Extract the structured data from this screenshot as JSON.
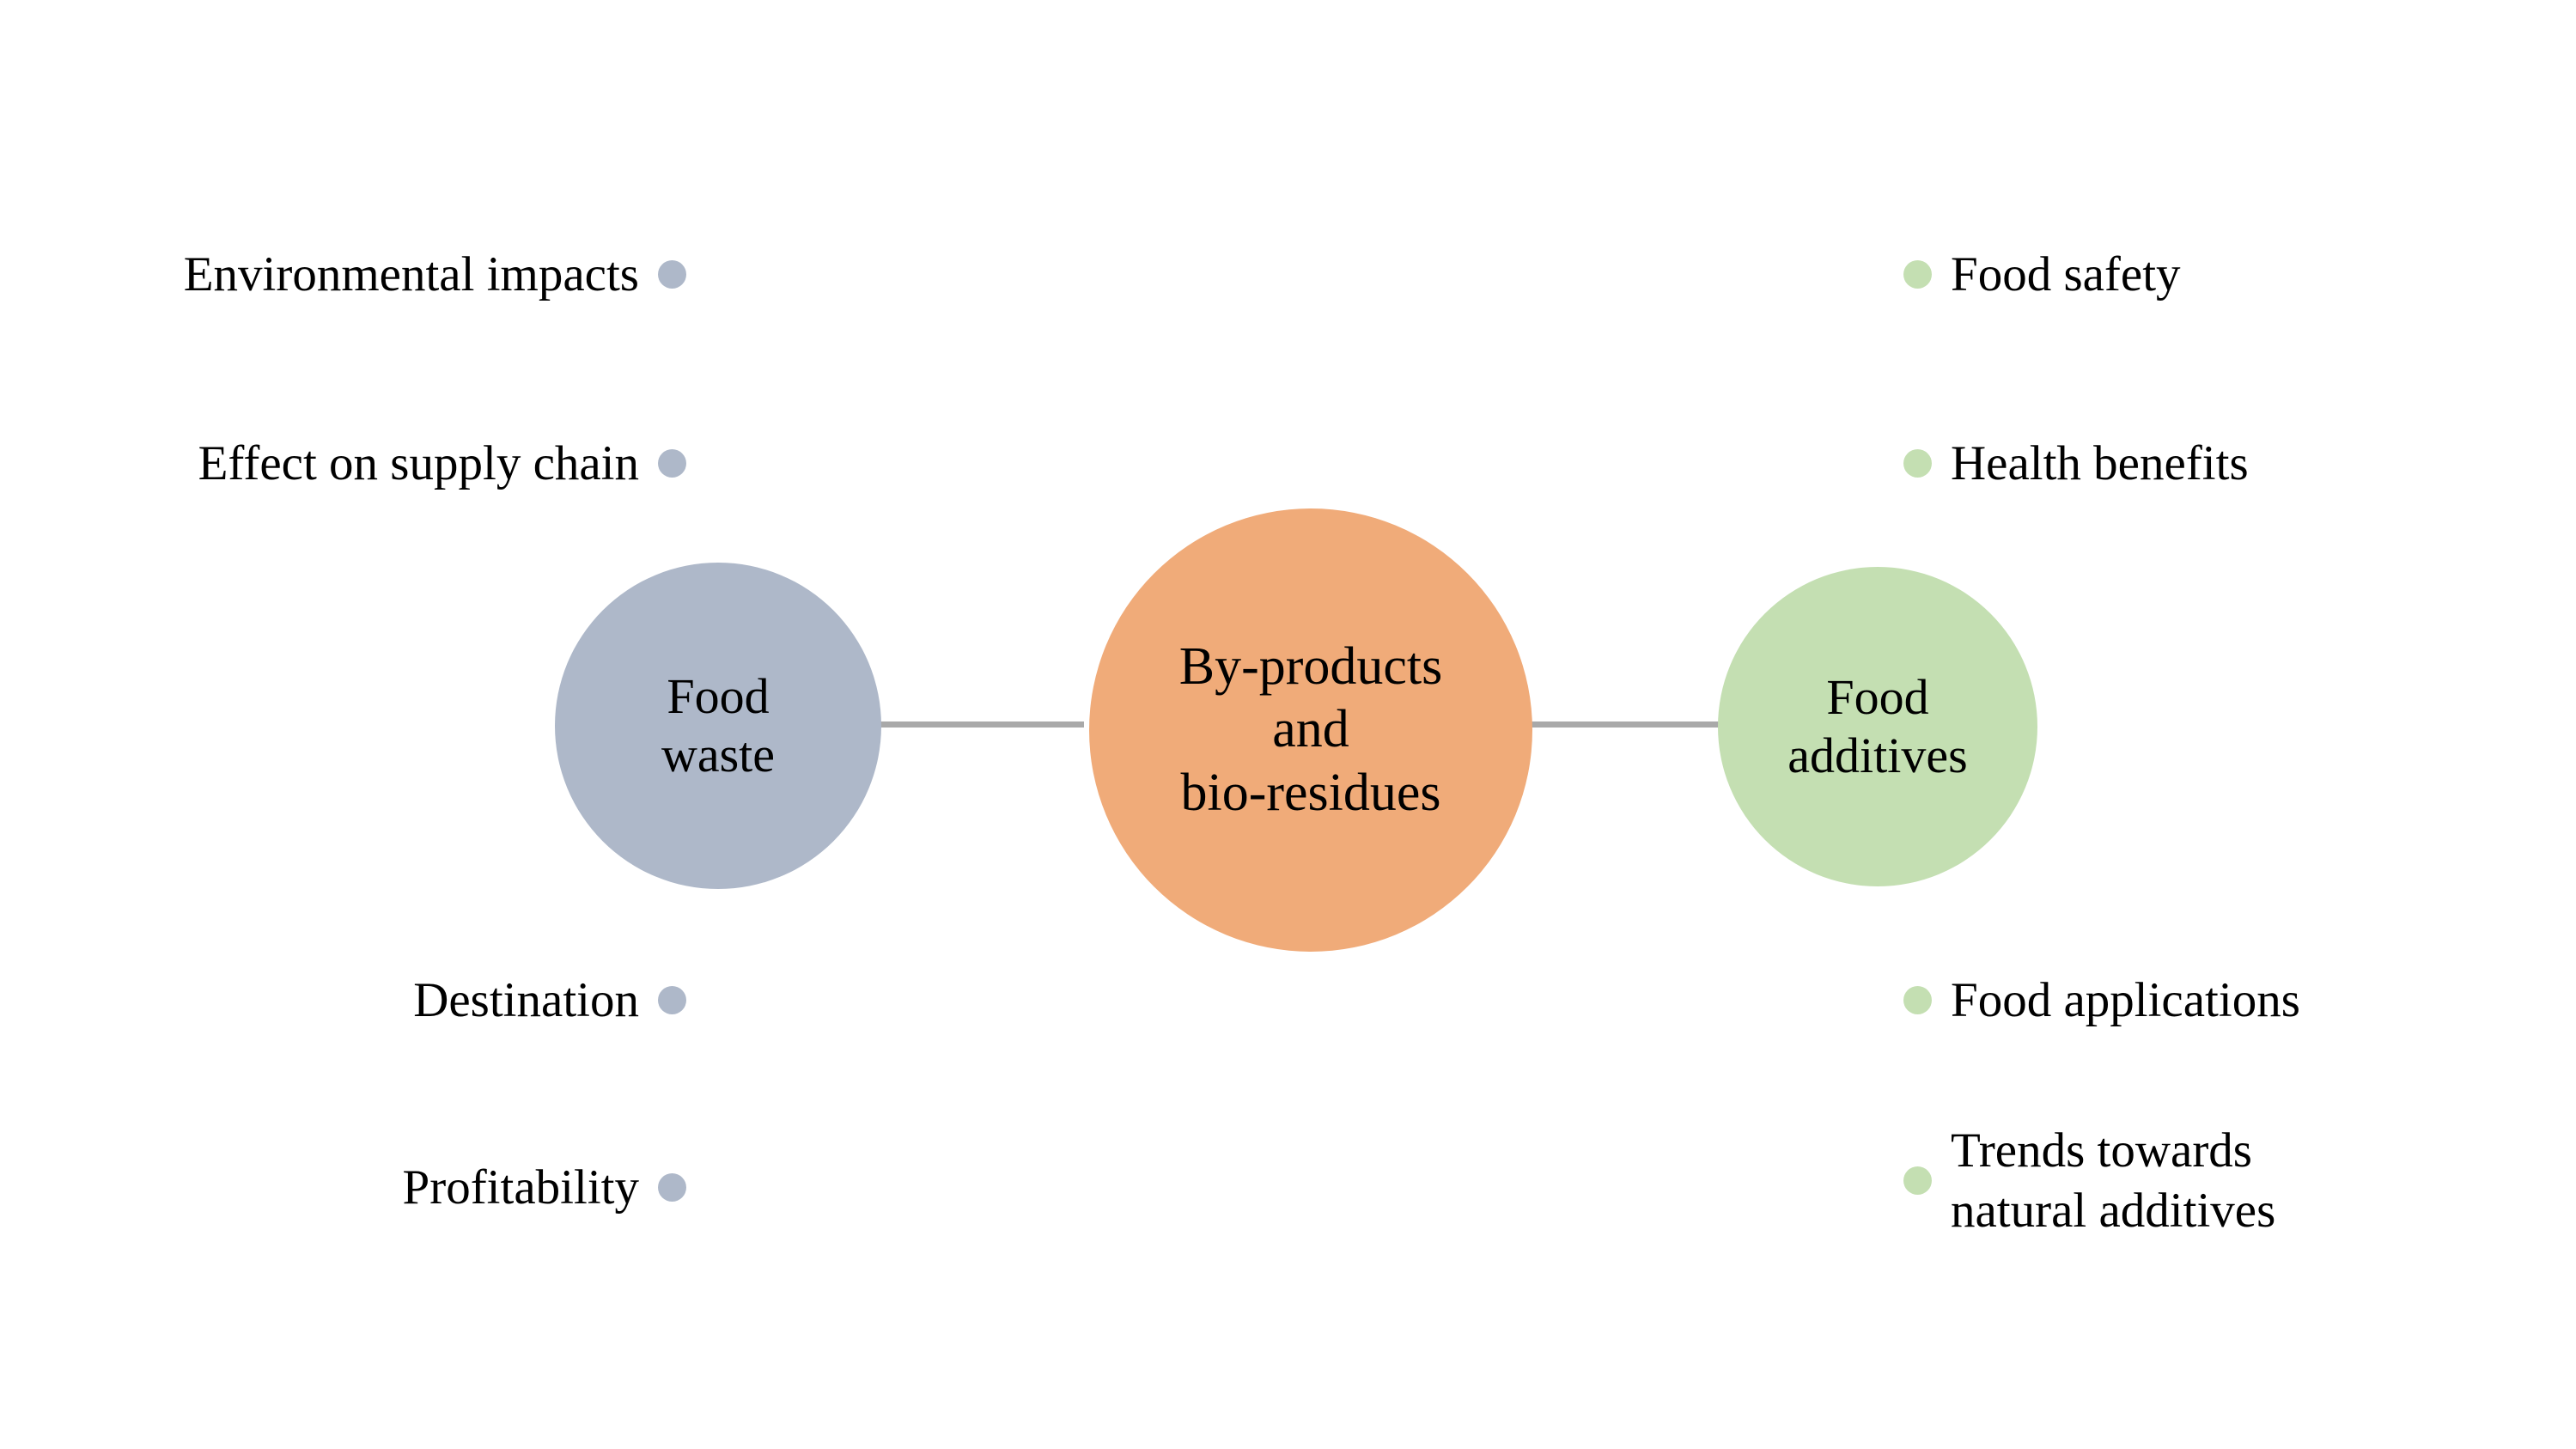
{
  "figure": {
    "background_color": "#ffffff",
    "connector_color": "#a9a9a9"
  },
  "palette": {
    "food_waste_blue": "#aeb8c9",
    "byproducts_orange": "#f0ab79",
    "food_additives_green": "#c4dfb2",
    "connector_gray": "#a9a9a9",
    "text_black": "#000000"
  },
  "nodes": {
    "food_waste": {
      "label": "Food\nwaste",
      "color": "#aeb8c9"
    },
    "byproducts": {
      "label": "By-products\nand\nbio-residues",
      "color": "#f0ab79"
    },
    "food_additives": {
      "label": "Food\nadditives",
      "color": "#c4dfb2"
    }
  },
  "left_satellites": [
    {
      "label": "Environmental impacts",
      "dot_color": "#aeb8c9"
    },
    {
      "label": "Effect on supply chain",
      "dot_color": "#aeb8c9"
    },
    {
      "label": "Destination",
      "dot_color": "#aeb8c9"
    },
    {
      "label": "Profitability",
      "dot_color": "#aeb8c9"
    }
  ],
  "right_satellites": [
    {
      "label": "Food safety",
      "dot_color": "#c4dfb2"
    },
    {
      "label": "Health benefits",
      "dot_color": "#c4dfb2"
    },
    {
      "label": "Food applications",
      "dot_color": "#c4dfb2"
    },
    {
      "label": "Trends towards\nnatural additives",
      "dot_color": "#c4dfb2"
    }
  ]
}
